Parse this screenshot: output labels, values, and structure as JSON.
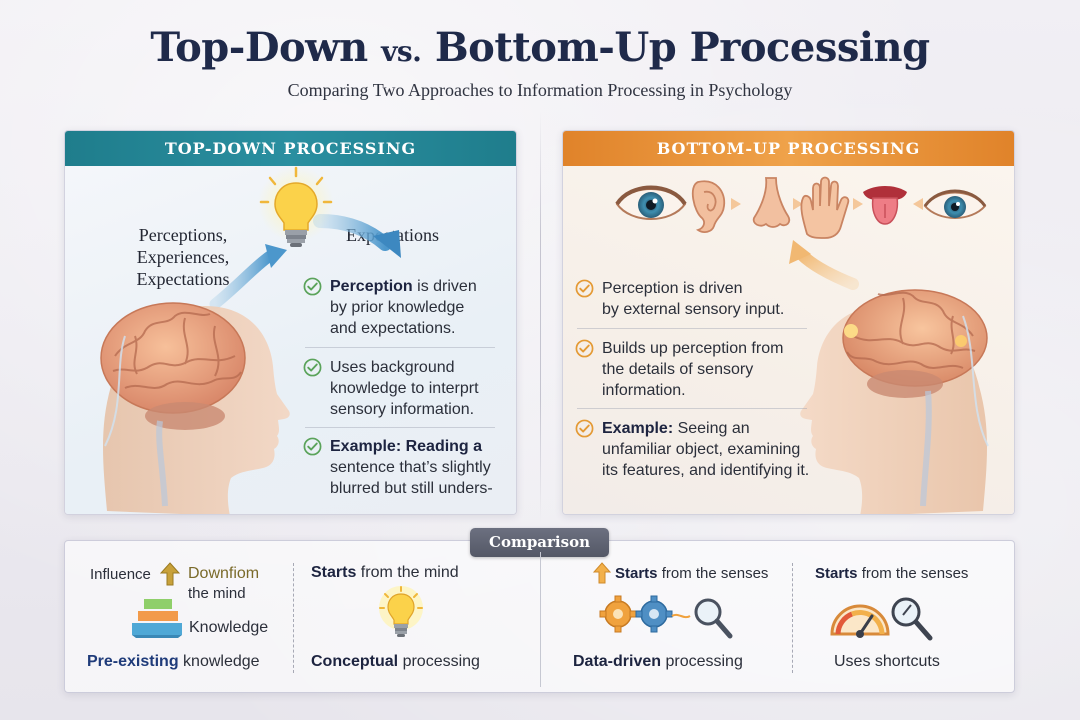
{
  "title": {
    "part1": "Top-Down",
    "vs": "vs.",
    "part2": "Bottom-Up Processing"
  },
  "subtitle": "Comparing Two Approaches to Information Processing in Psychology",
  "left_panel": {
    "header": "TOP-DOWN PROCESSING",
    "influences": [
      "Perceptions,",
      "Experiences,",
      "Expectations"
    ],
    "expectations_label": "Expectations",
    "bullets": [
      {
        "bold": "Perception",
        "lines": [
          " is driven",
          "by prior knowledge",
          "and expectations."
        ]
      },
      {
        "bold": "",
        "lines": [
          "Uses background",
          "knowledge to interprt",
          "sensory information."
        ]
      },
      {
        "bold": "Example: Reading a",
        "lines": [
          "",
          "sentence that’s slightly",
          "blurred but still unders-"
        ]
      }
    ]
  },
  "right_panel": {
    "header": "BOTTOM-UP PROCESSING",
    "senses": [
      "eye-icon",
      "ear-icon",
      "nose-icon",
      "hand-icon",
      "tongue-icon",
      "eye-icon"
    ],
    "bullets": [
      {
        "bold": "",
        "lines": [
          "Perception is driven",
          "by external sensory input."
        ]
      },
      {
        "bold": "",
        "lines": [
          "Builds up perception from",
          "the details of sensory",
          "information."
        ]
      },
      {
        "bold": "Example:",
        "lines": [
          " Seeing an",
          "unfamiliar object, examining",
          "its features, and identifying it."
        ]
      }
    ]
  },
  "comparison": {
    "tag": "Comparison",
    "col1": {
      "influence": "Influence",
      "downfrom_1": "Downfiom",
      "downfrom_2": "the mind",
      "knowledge": "Knowledge",
      "bottom_bold": "Pre-existing",
      "bottom_rest": " knowledge"
    },
    "col2": {
      "top_bold": "Starts",
      "top_rest": " from the mind",
      "bottom_bold": "Conceptual",
      "bottom_rest": " processing"
    },
    "col3": {
      "top_bold": "Starts",
      "top_rest": " from the senses",
      "bottom_bold": "Data-driven",
      "bottom_rest": " processing"
    },
    "col4": {
      "top_bold": "Starts",
      "top_rest": " from the senses",
      "bottom": "Uses shortcuts"
    }
  },
  "colors": {
    "teal": "#2a8fa0",
    "orange": "#efa24a",
    "navy": "#1f2a4a",
    "check_green": "#5aa35a",
    "check_orange": "#e49a35"
  }
}
